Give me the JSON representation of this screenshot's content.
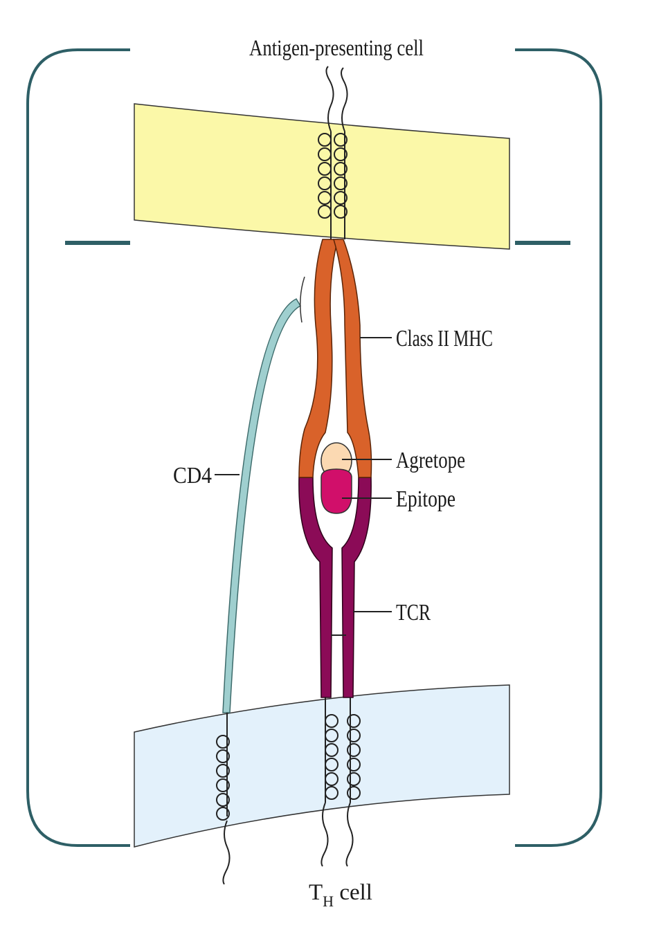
{
  "labels": {
    "apc": "Antigen-presenting cell",
    "class2_mhc": "Class II MHC",
    "agretope": "Agretope",
    "epitope": "Epitope",
    "cd4": "CD4",
    "tcr": "TCR",
    "th_main": "T",
    "th_sub": "H",
    "th_rest": " cell"
  },
  "colors": {
    "frame": "#2e5f66",
    "apc_membrane": "#fbf8a8",
    "th_membrane": "#e3f1fb",
    "mhc": "#d9622a",
    "tcr": "#8b0b57",
    "cd4": "#9fcfcf",
    "agretope": "#fbd9b2",
    "epitope": "#d10f6a"
  },
  "icons": {
    "transmembrane_helix": "coil-icon",
    "cytoplasmic_tail": "wavy-tail-icon"
  }
}
